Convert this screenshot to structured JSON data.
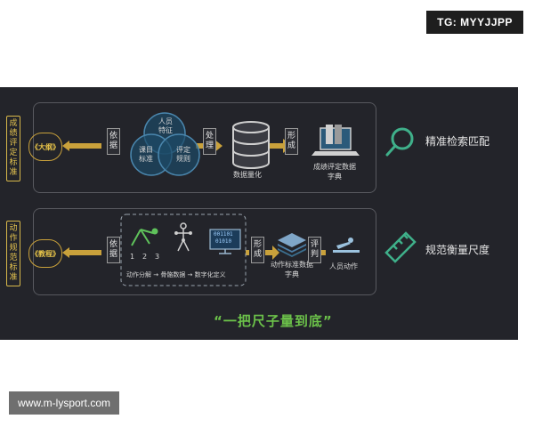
{
  "watermark_top": "TG: MYYJJPP",
  "watermark_bottom": "www.m-lysport.com",
  "row1": {
    "side_tab": "成绩评定标准",
    "pill": "《大纲》",
    "connector1": "依据",
    "venn": {
      "top": "人员特征",
      "left": "课目标准",
      "right": "评定规则"
    },
    "connector2": "处理",
    "db_label": "数据量化",
    "connector3": "形成",
    "dict_label": "成绩评定数据字典",
    "right_label": "精准检索匹配"
  },
  "row2": {
    "side_tab": "动作规范标准",
    "pill": "《教程》",
    "connector1": "依据",
    "steps": [
      "1",
      "2",
      "3"
    ],
    "binary_top": "001101",
    "binary_bottom": "01010",
    "flow_caption": "动作分解 → 骨骼数据 → 数字化定义",
    "connector2": "形成",
    "stack_label": "动作标准数据字典",
    "connector3": "评判",
    "person_label": "人员动作",
    "right_label": "规范衡量尺度"
  },
  "slogan": "“一把尺子量到底”",
  "colors": {
    "panel": "#23242a",
    "gold": "#d8b84a",
    "green": "#6cc24a",
    "teal": "#3a9a7a",
    "blue": "#3b6f8f"
  },
  "icons": [
    "magnifier-icon",
    "ruler-icon",
    "database-icon",
    "laptop-icon",
    "stack-icon",
    "skeleton-icon",
    "athlete-icon"
  ]
}
